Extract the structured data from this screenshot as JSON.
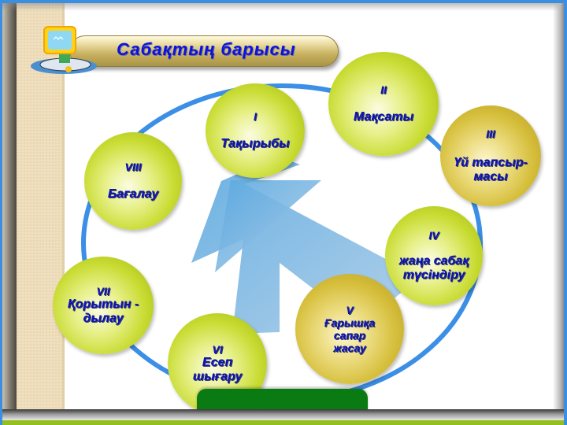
{
  "header": {
    "title": "Сабақтың  барысы"
  },
  "icons": {
    "computer": "computer-monitor-icon"
  },
  "colors": {
    "frame_blue": "#3a8fe0",
    "title_text": "#0b12e0",
    "bubble_text": "#0a14b4",
    "ring_blue": "#3b8fe6",
    "arrow_blue": "#6fb0dc",
    "bubble_green": "#c9dc34",
    "bubble_gold": "#d6bf3c",
    "bottom_green": "#93c01f",
    "green_box": "#0a7a12"
  },
  "steps": [
    {
      "num": "I",
      "label": "Тақырыбы",
      "style": "green"
    },
    {
      "num": "II",
      "label": "Мақсаты",
      "style": "green"
    },
    {
      "num": "III",
      "label": "Үй тапсыр-масы",
      "line1": "Үй тапсыр-",
      "line2": "масы",
      "style": "gold"
    },
    {
      "num": "IV",
      "label": "жаңа сабақ түсіндіру",
      "line1": "жаңа сабақ",
      "line2": "түсіндіру",
      "style": "green"
    },
    {
      "num": "V",
      "label": "Ғарышқа сапар жасау",
      "line1": "Ғарышқа",
      "line2": "сапар",
      "line3": "жасау",
      "style": "gold"
    },
    {
      "num": "VI",
      "label": "Есеп шығару",
      "line1": "Есеп",
      "line2": "шығару",
      "style": "green"
    },
    {
      "num": "VII",
      "label": "Қорытын - дылау",
      "line1": "Қорытын -",
      "line2": "дылау",
      "style": "green"
    },
    {
      "num": "VIII",
      "label": "Бағалау",
      "style": "green"
    }
  ]
}
